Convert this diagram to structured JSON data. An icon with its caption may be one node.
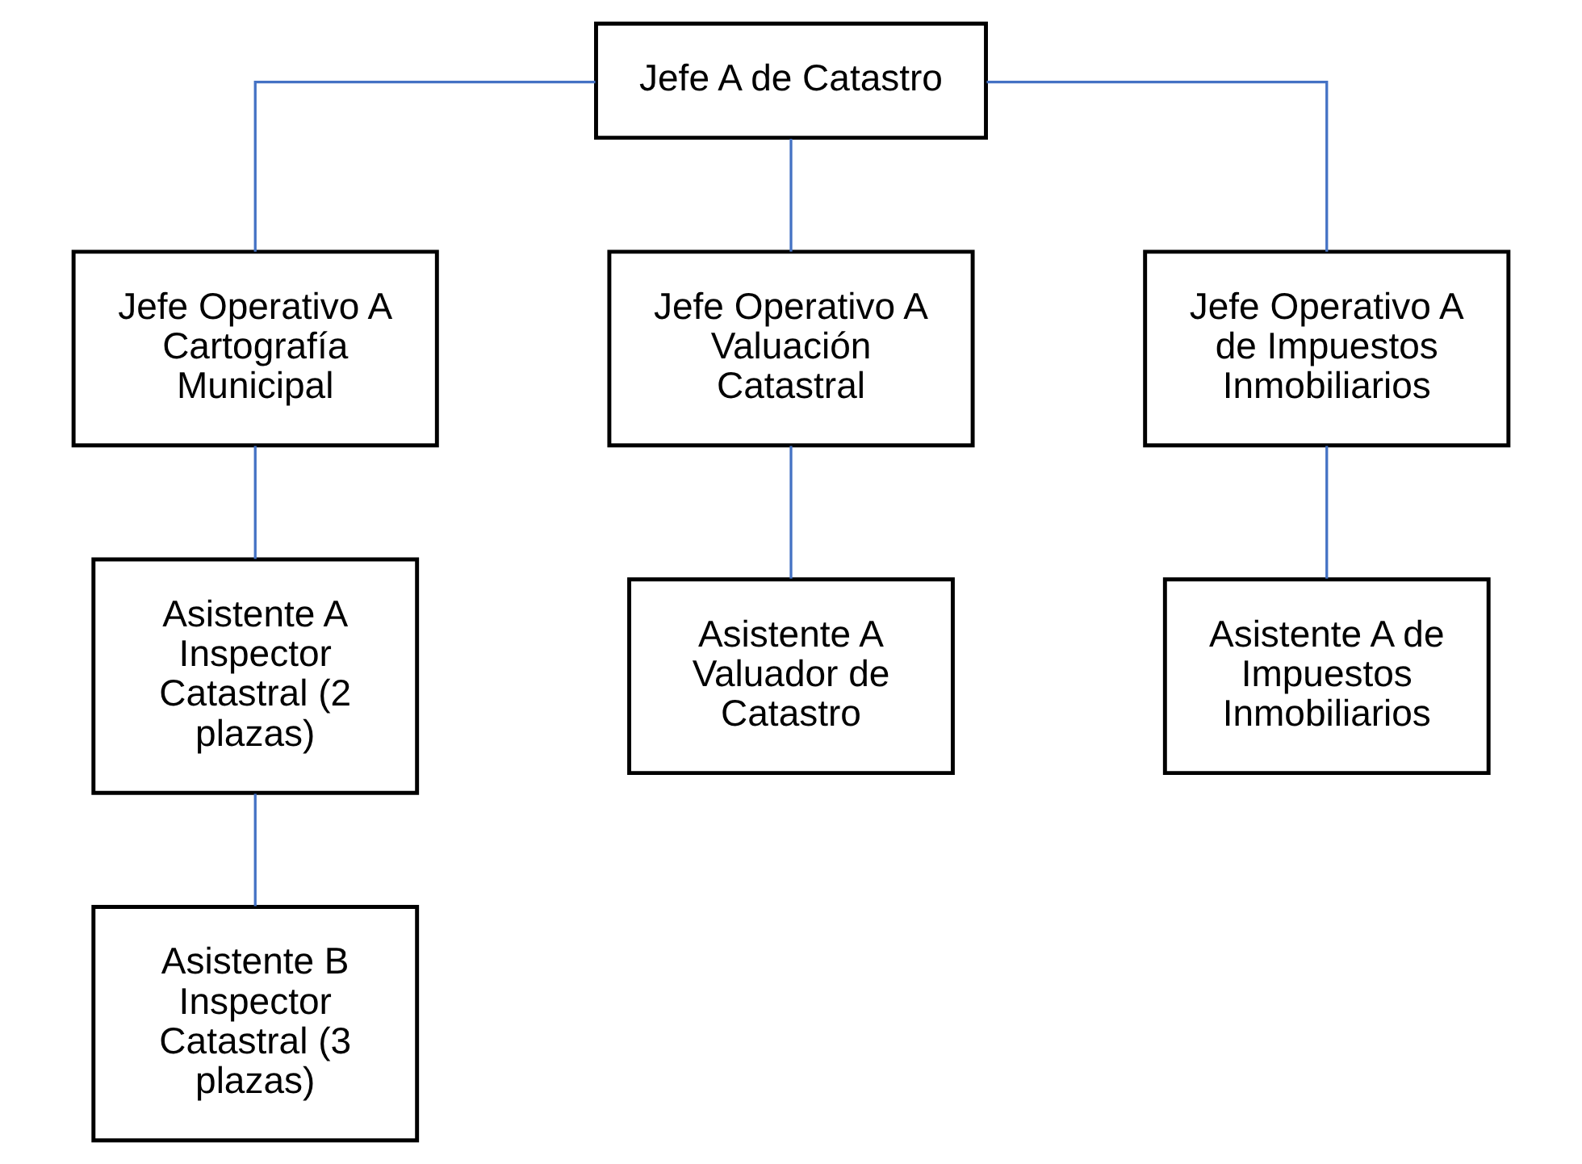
{
  "diagram": {
    "nodes": [
      {
        "text": [
          "Jefe A de Catastro"
        ]
      },
      {
        "text": [
          "Jefe Operativo A Cartografía Municipal"
        ]
      },
      {
        "text": [
          "Jefe Operativo A Valuación Catastral"
        ]
      },
      {
        "text": [
          "Jefe Operativo A de Impuestos Inmobiliarios"
        ]
      },
      {
        "text": [
          "Asistente A Inspector Catastral (2 plazas)"
        ]
      },
      {
        "text": [
          "Asistente A Valuador de Catastro"
        ]
      },
      {
        "text": [
          "Asistente A de Impuestos Inmobiliarios"
        ]
      },
      {
        "text": [
          "Asistente B Inspector Catastral (3 plazas)"
        ]
      }
    ],
    "edges": [
      {
        "from": 0,
        "to": 1,
        "arrow": "none"
      },
      {
        "from": 0,
        "to": 2,
        "arrow": "none"
      },
      {
        "from": 0,
        "to": 3,
        "arrow": "none"
      },
      {
        "from": 1,
        "to": 4,
        "arrow": "none"
      },
      {
        "from": 2,
        "to": 5,
        "arrow": "none"
      },
      {
        "from": 3,
        "to": 6,
        "arrow": "none"
      },
      {
        "from": 4,
        "to": 7,
        "arrow": "none"
      }
    ]
  }
}
